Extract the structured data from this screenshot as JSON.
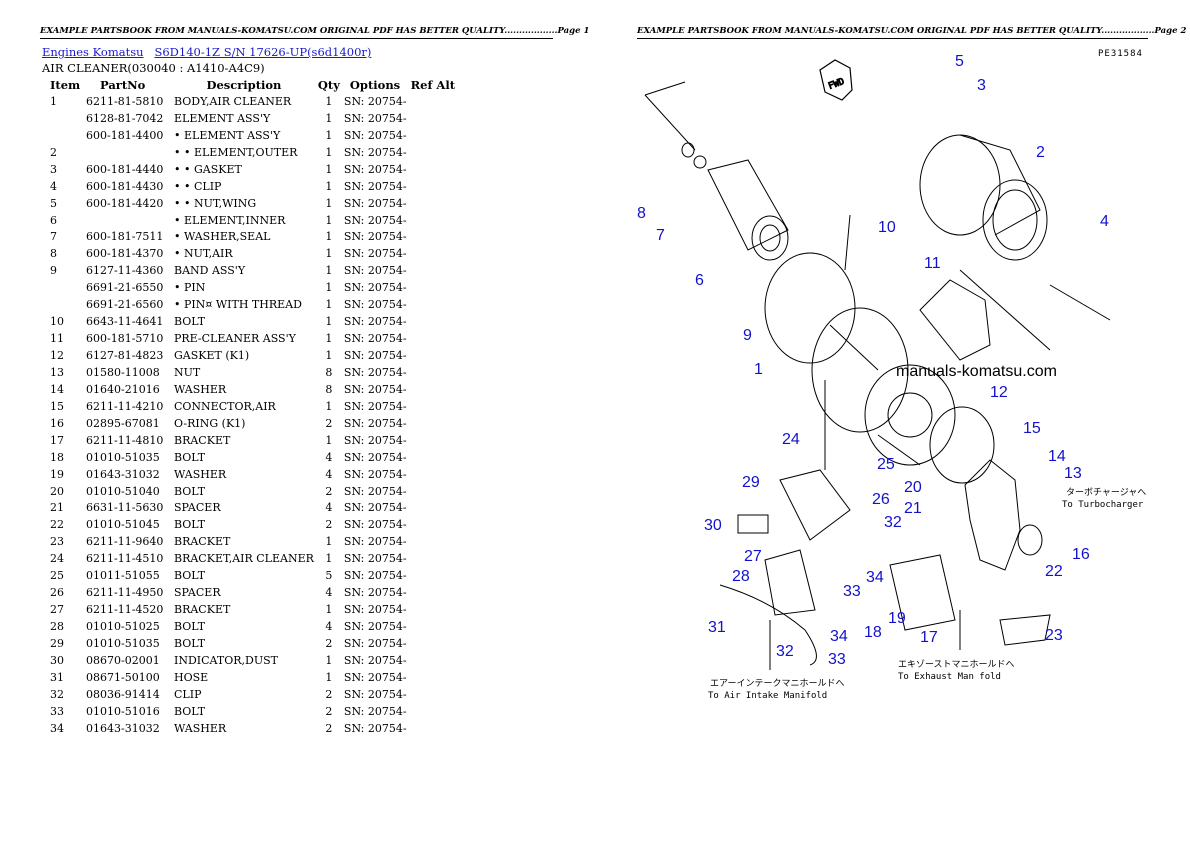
{
  "header": {
    "page1": "EXAMPLE PARTSBOOK FROM MANUALS-KOMATSU.COM ORIGINAL PDF HAS BETTER QUALITY..................Page 1",
    "page2": "EXAMPLE PARTSBOOK FROM MANUALS-KOMATSU.COM ORIGINAL PDF HAS BETTER QUALITY..................Page 2"
  },
  "breadcrumb": {
    "link1": "Engines Komatsu",
    "link2": "S6D140-1Z S/N 17626-UP(s6d1400r)"
  },
  "subtitle": "AIR CLEANER(030040 : A1410-A4C9)",
  "columns": [
    "Item",
    "PartNo",
    "Description",
    "Qty",
    "Options",
    "Ref Alt"
  ],
  "rows": [
    [
      "1",
      "6211-81-5810",
      "BODY,AIR CLEANER",
      "1",
      "SN: 20754-"
    ],
    [
      "",
      "6128-81-7042",
      "ELEMENT ASS'Y",
      "1",
      "SN: 20754-"
    ],
    [
      "",
      "600-181-4400",
      "• ELEMENT ASS'Y",
      "1",
      "SN: 20754-"
    ],
    [
      "2",
      "",
      "• • ELEMENT,OUTER",
      "1",
      "SN: 20754-"
    ],
    [
      "3",
      "600-181-4440",
      "• • GASKET",
      "1",
      "SN: 20754-"
    ],
    [
      "4",
      "600-181-4430",
      "• • CLIP",
      "1",
      "SN: 20754-"
    ],
    [
      "5",
      "600-181-4420",
      "• • NUT,WING",
      "1",
      "SN: 20754-"
    ],
    [
      "6",
      "",
      "• ELEMENT,INNER",
      "1",
      "SN: 20754-"
    ],
    [
      "7",
      "600-181-7511",
      "• WASHER,SEAL",
      "1",
      "SN: 20754-"
    ],
    [
      "8",
      "600-181-4370",
      "• NUT,AIR",
      "1",
      "SN: 20754-"
    ],
    [
      "9",
      "6127-11-4360",
      "BAND ASS'Y",
      "1",
      "SN: 20754-"
    ],
    [
      "",
      "6691-21-6550",
      "• PIN",
      "1",
      "SN: 20754-"
    ],
    [
      "",
      "6691-21-6560",
      "• PIN¤ WITH THREAD",
      "1",
      "SN: 20754-"
    ],
    [
      "10",
      "6643-11-4641",
      "BOLT",
      "1",
      "SN: 20754-"
    ],
    [
      "11",
      "600-181-5710",
      "PRE-CLEANER ASS'Y",
      "1",
      "SN: 20754-"
    ],
    [
      "12",
      "6127-81-4823",
      "GASKET (K1)",
      "1",
      "SN: 20754-"
    ],
    [
      "13",
      "01580-11008",
      "NUT",
      "8",
      "SN: 20754-"
    ],
    [
      "14",
      "01640-21016",
      "WASHER",
      "8",
      "SN: 20754-"
    ],
    [
      "15",
      "6211-11-4210",
      "CONNECTOR,AIR",
      "1",
      "SN: 20754-"
    ],
    [
      "16",
      "02895-67081",
      "O-RING (K1)",
      "2",
      "SN: 20754-"
    ],
    [
      "17",
      "6211-11-4810",
      "BRACKET",
      "1",
      "SN: 20754-"
    ],
    [
      "18",
      "01010-51035",
      "BOLT",
      "4",
      "SN: 20754-"
    ],
    [
      "19",
      "01643-31032",
      "WASHER",
      "4",
      "SN: 20754-"
    ],
    [
      "20",
      "01010-51040",
      "BOLT",
      "2",
      "SN: 20754-"
    ],
    [
      "21",
      "6631-11-5630",
      "SPACER",
      "4",
      "SN: 20754-"
    ],
    [
      "22",
      "01010-51045",
      "BOLT",
      "2",
      "SN: 20754-"
    ],
    [
      "23",
      "6211-11-9640",
      "BRACKET",
      "1",
      "SN: 20754-"
    ],
    [
      "24",
      "6211-11-4510",
      "BRACKET,AIR CLEANER",
      "1",
      "SN: 20754-"
    ],
    [
      "25",
      "01011-51055",
      "BOLT",
      "5",
      "SN: 20754-"
    ],
    [
      "26",
      "6211-11-4950",
      "SPACER",
      "4",
      "SN: 20754-"
    ],
    [
      "27",
      "6211-11-4520",
      "BRACKET",
      "1",
      "SN: 20754-"
    ],
    [
      "28",
      "01010-51025",
      "BOLT",
      "4",
      "SN: 20754-"
    ],
    [
      "29",
      "01010-51035",
      "BOLT",
      "2",
      "SN: 20754-"
    ],
    [
      "30",
      "08670-02001",
      "INDICATOR,DUST",
      "1",
      "SN: 20754-"
    ],
    [
      "31",
      "08671-50100",
      "HOSE",
      "1",
      "SN: 20754-"
    ],
    [
      "32",
      "08036-91414",
      "CLIP",
      "2",
      "SN: 20754-"
    ],
    [
      "33",
      "01010-51016",
      "BOLT",
      "2",
      "SN: 20754-"
    ],
    [
      "34",
      "01643-31032",
      "WASHER",
      "2",
      "SN: 20754-"
    ]
  ],
  "diagram": {
    "code": "PE31584",
    "watermark": "manuals-komatsu.com",
    "fwd": "FWD",
    "turbo_jp": "ターボチャージャへ",
    "turbo_en": "To Turbocharger",
    "intake_jp": "エアーインテークマニホールドへ",
    "intake_en": "To Air Intake Manifold",
    "exhaust_jp": "エキゾーストマニホールドへ",
    "exhaust_en": "To Exhaust Man fold",
    "callouts": [
      "1",
      "2",
      "3",
      "4",
      "5",
      "6",
      "7",
      "8",
      "9",
      "10",
      "11",
      "12",
      "13",
      "14",
      "15",
      "16",
      "17",
      "18",
      "19",
      "20",
      "21",
      "22",
      "23",
      "24",
      "25",
      "26",
      "27",
      "28",
      "29",
      "30",
      "31",
      "32",
      "33",
      "34",
      "32",
      "33",
      "34"
    ]
  }
}
